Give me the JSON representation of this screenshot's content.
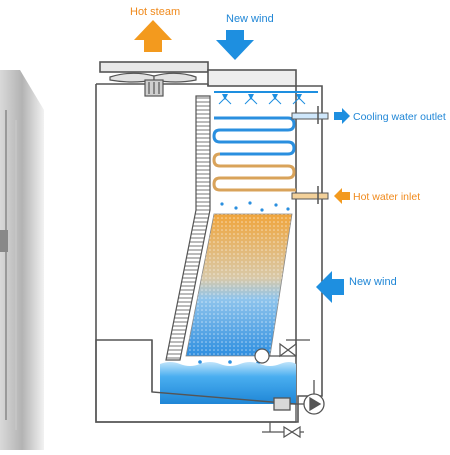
{
  "labels": {
    "hot_steam": "Hot steam",
    "new_wind_top": "New wind",
    "cooling_water_outlet": "Cooling water outlet",
    "hot_water_inlet": "Hot water inlet",
    "new_wind_side": "New wind"
  },
  "colors": {
    "steam_arrow": "#f39a1e",
    "wind_arrow": "#1e8fe0",
    "label_orange": "#f08a1c",
    "label_blue": "#1f86d6",
    "water": "#3aa5ea",
    "outline": "#555555"
  },
  "icons": {
    "fan": "fan-icon",
    "pump": "pump-icon",
    "valve": "valve-icon",
    "gauge": "gauge-icon"
  }
}
